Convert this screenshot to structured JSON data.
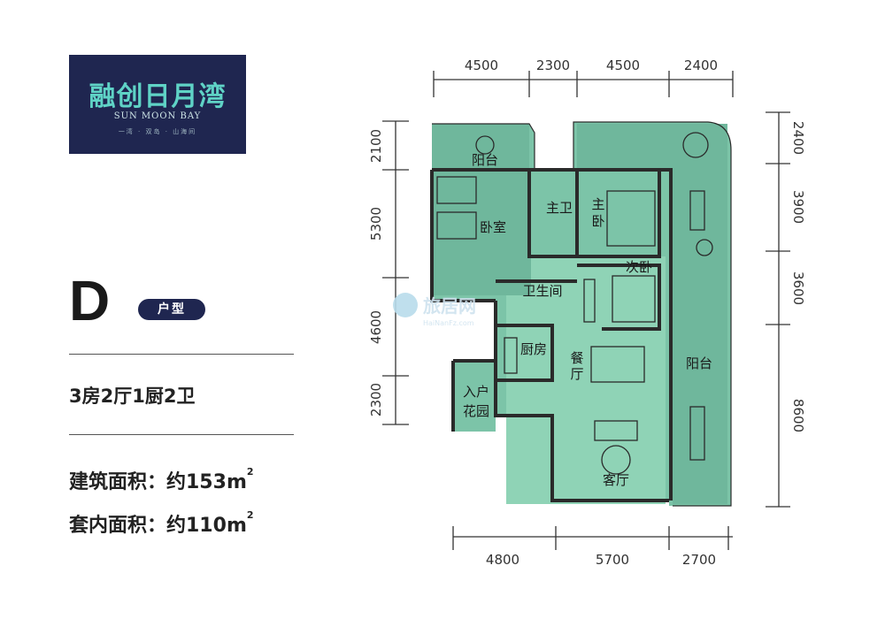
{
  "brand": {
    "name_cn": "融创日月湾",
    "name_en": "SUN MOON BAY",
    "slogan": "一湾 · 双岛 · 山海间",
    "bg_color": "#1f2650",
    "accent_color": "#5fd3c6"
  },
  "unit": {
    "letter": "D",
    "type_label": "户型",
    "rooms": "3房2厅1厨2卫"
  },
  "areas": {
    "building": {
      "label": "建筑面积：约153",
      "unit": "m",
      "sup": "2"
    },
    "interior": {
      "label": "套内面积：约110",
      "unit": "m",
      "sup": "2"
    }
  },
  "dimensions": {
    "top": [
      "4500",
      "2300",
      "4500",
      "2400"
    ],
    "bottom": [
      "4800",
      "5700",
      "2700"
    ],
    "left": [
      "2100",
      "5300",
      "4600",
      "2300"
    ],
    "right": [
      "2400",
      "3900",
      "3600",
      "8600"
    ]
  },
  "rooms": {
    "balcony_top": "阳台",
    "bedroom": "卧室",
    "master_bath": "主卫",
    "master_bed_1": "主",
    "master_bed_2": "卧",
    "second_bed": "次卧",
    "bathroom": "卫生间",
    "kitchen": "厨房",
    "dining_1": "餐",
    "dining_2": "厅",
    "balcony_right": "阳台",
    "entry_1": "入户",
    "entry_2": "花园",
    "living": "客厅"
  },
  "watermark": {
    "text_cn": "旅居网",
    "text_en": "HaiNanFz.com"
  },
  "plan_color": "#7cc4a8"
}
